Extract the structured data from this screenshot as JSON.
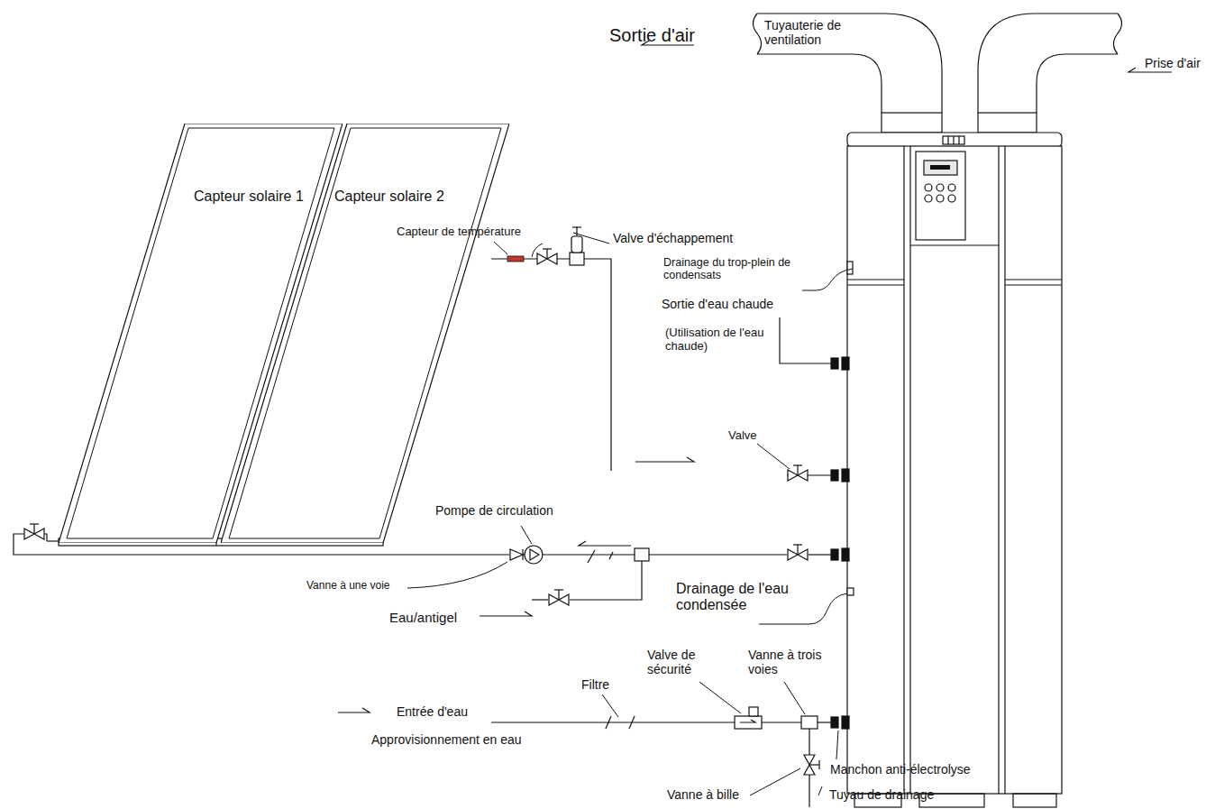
{
  "diagram": {
    "nodes": [
      {
        "text": [
          "Capteur solaire 1"
        ]
      },
      {
        "text": [
          "Capteur solaire 2"
        ]
      }
    ],
    "labels": [
      "Sortie d'air",
      "Tuyauterie de ventilation",
      "Prise d'air",
      "Capteur de température",
      "Valve d'échappement",
      "Drainage du trop-plein de condensats",
      "Sortie d'eau chaude",
      "(Utilisation de l'eau chaude)",
      "Valve",
      "Pompe de circulation",
      "Vanne à une voie",
      "Eau/antigel",
      "Drainage de l'eau condensée",
      "Valve de sécurité",
      "Vanne à trois voies",
      "Filtre",
      "Entrée d'eau",
      "Approvisionnement en eau",
      "Manchon anti-électrolyse",
      "Vanne à bille",
      "Tuyau de drainage"
    ]
  }
}
